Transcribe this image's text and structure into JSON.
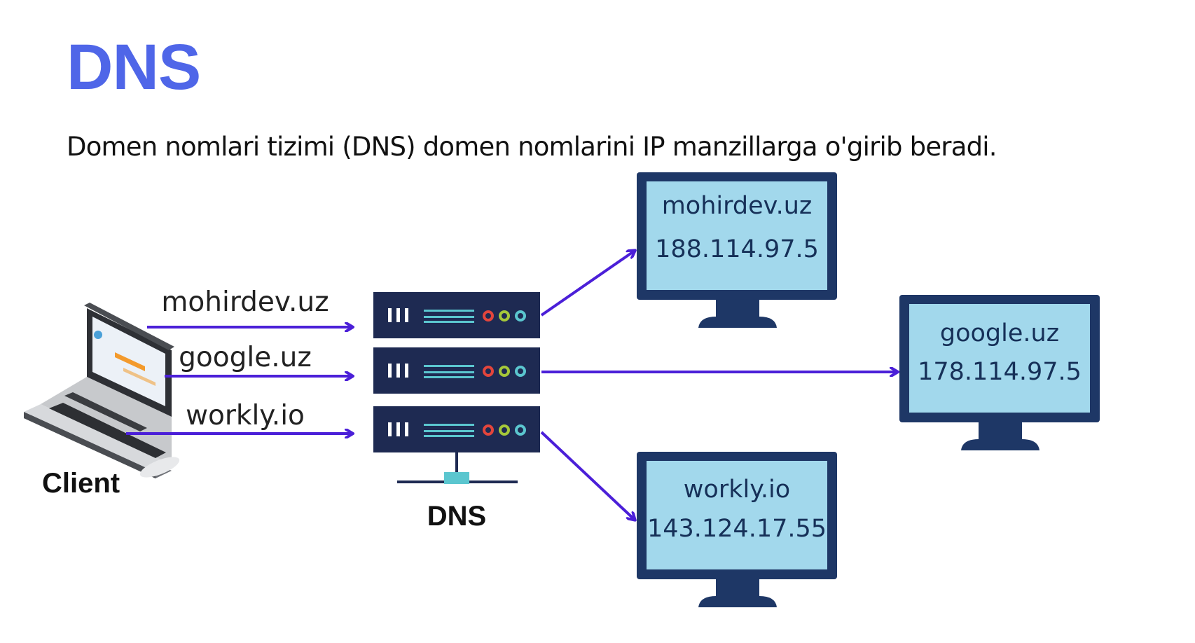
{
  "title": "DNS",
  "subtitle": "Domen nomlari tizimi (DNS) domen nomlarini IP manzillarga o'girib beradi.",
  "client": {
    "label": "Client"
  },
  "dns": {
    "label": "DNS"
  },
  "requests": [
    {
      "domain": "mohirdev.uz"
    },
    {
      "domain": "google.uz"
    },
    {
      "domain": "workly.io"
    }
  ],
  "servers": [
    {
      "domain": "mohirdev.uz",
      "ip": "188.114.97.5"
    },
    {
      "domain": "google.uz",
      "ip": "178.114.97.5"
    },
    {
      "domain": "workly.io",
      "ip": "143.124.17.55"
    }
  ],
  "colors": {
    "title": "#4f66e8",
    "arrow": "#4b1fd8",
    "server_rack": "#1e2a52",
    "monitor_frame": "#1e3766",
    "monitor_screen": "#a2d8ec"
  }
}
